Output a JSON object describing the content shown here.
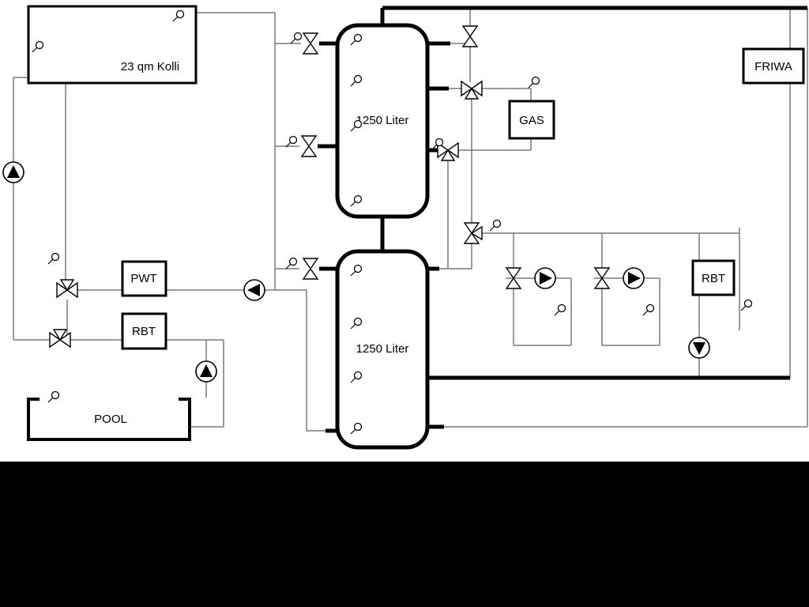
{
  "diagram": {
    "kind": "hydraulic-heating-schematic",
    "labels": {
      "collector": "23 qm Kolli",
      "tank_top": "1250 Liter",
      "tank_bottom": "1250 Liter",
      "gas_boiler": "GAS",
      "friwa": "FRIWA",
      "pwt": "PWT",
      "rbt_left": "RBT",
      "rbt_right": "RBT",
      "pool": "POOL"
    },
    "colors": {
      "background": "#ffffff",
      "pipe": "#7a7a7a",
      "component": "#000000",
      "bottom_band": "#000000"
    },
    "equipment": {
      "pumps": [
        "collector-circuit-pump-up",
        "pool-circuit-pump-up",
        "buffer-charge-pump-left",
        "heating-circuit-1-pump-right",
        "heating-circuit-2-pump-right",
        "rbt-circuit-pump-down"
      ],
      "valve_count": 11,
      "sensor_count": 21
    }
  }
}
